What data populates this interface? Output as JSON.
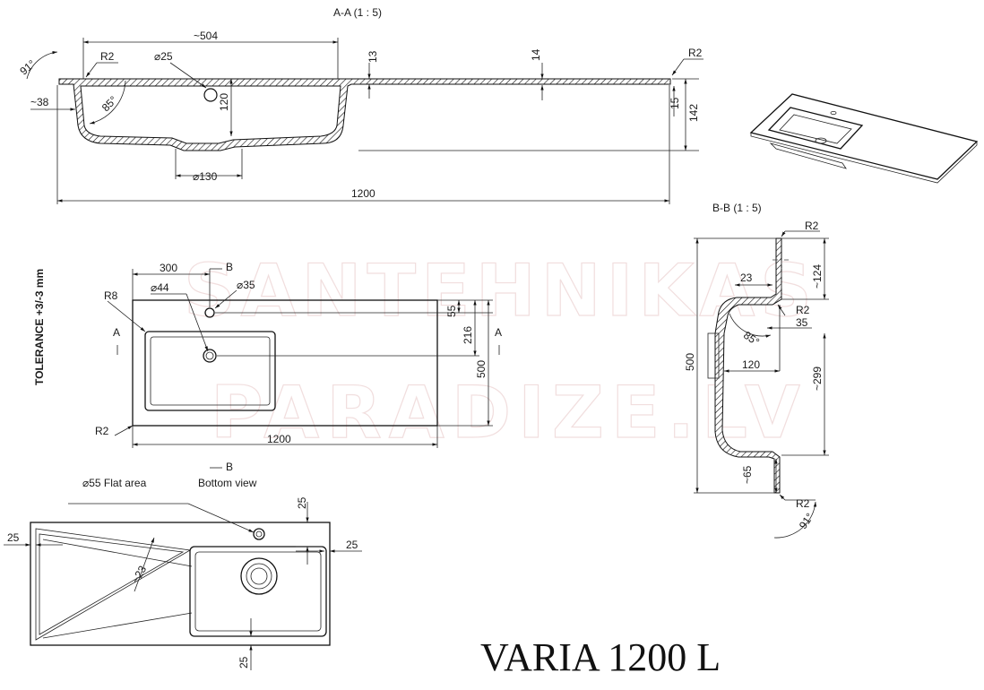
{
  "title": "VARIA 1200 L",
  "watermark": [
    "SANTEHNIKAS",
    "PARADIZE.LV"
  ],
  "section_aa": {
    "label": "A-A  (1 : 5)",
    "dims": {
      "width_basin": "~504",
      "r2_left": "R2",
      "angle_91": "91°",
      "drain_hole": "⌀25",
      "thickness_13": "13",
      "thickness_14": "14",
      "r2_right": "R2",
      "depth_38": "~38",
      "angle_85": "85°",
      "height_120": "120",
      "height_15": "15",
      "height_142": "142",
      "drain_130": "⌀130",
      "overall_1200": "1200"
    }
  },
  "top_view": {
    "tolerance": "TOLERANCE +3/-3 mm",
    "dims": {
      "offset_300": "300",
      "r8": "R8",
      "hole_44": "⌀44",
      "hole_35": "⌀35",
      "d55": "55",
      "d216": "216",
      "d500": "500",
      "r2": "R2",
      "w1200": "1200"
    },
    "section_marks": {
      "a": "A",
      "b": "B"
    },
    "bottom_view_label": "Bottom view"
  },
  "section_bb": {
    "label": "B-B  (1 : 5)",
    "dims": {
      "r2_top": "R2",
      "d124": "~124",
      "d23": "23",
      "r2_mid": "R2",
      "d35": "35",
      "angle_85": "85°",
      "d120": "120",
      "d500": "500",
      "d299": "~299",
      "d65": "~65",
      "r2_bottom": "R2",
      "angle_91": "91°"
    }
  },
  "bottom_view": {
    "flat_area": "⌀55 Flat area",
    "dims": {
      "d25_left": "25",
      "d25_top": "25",
      "d25_right": "25",
      "d23": "~23",
      "d25_bottom": "25"
    }
  }
}
